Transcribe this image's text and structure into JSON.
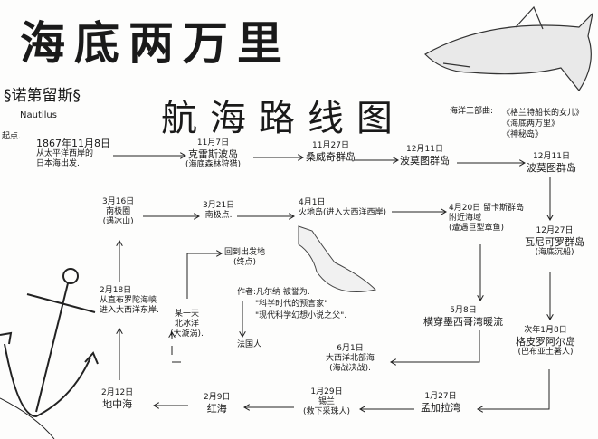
{
  "title": "海底两万里",
  "subtitle": "航海路线图",
  "ship": {
    "name_cn": "诺第留斯",
    "name_en": "Nautilus"
  },
  "start_label": "起点.",
  "trilogy": {
    "label": "海洋三部曲:",
    "books": [
      "《格兰特船长的女儿》",
      "《海底两万里》",
      "《神秘岛》"
    ]
  },
  "author": {
    "line1": "作者:凡尔纳 被誉为.",
    "line2": "\"科学时代的预言家\"",
    "line3": "\"现代科学幻想小说之父\".",
    "nationality": "法国人"
  },
  "nodes": [
    {
      "date": "1867年11月8日",
      "place": "从太平洋西岸的",
      "note": "日本海出发."
    },
    {
      "date": "11月7日",
      "place": "克雷斯波岛",
      "note": "(海底森林狩猎)"
    },
    {
      "date": "11月27日",
      "place": "桑威奇群岛",
      "note": ""
    },
    {
      "date": "12月11日",
      "place": "波莫图群岛",
      "note": ""
    },
    {
      "date": "12月11日",
      "place": "波莫图群岛",
      "note": ""
    },
    {
      "date": "12月27日",
      "place": "瓦尼可罗群岛",
      "note": "(海底沉船)"
    },
    {
      "date": "次年1月8日",
      "place": "格皮罗阿尔岛",
      "note": "(巴布亚土著人)"
    },
    {
      "date": "1月27日",
      "place": "孟加拉湾",
      "note": ""
    },
    {
      "date": "1月29日",
      "place": "锡兰",
      "note": "(救下采珠人)"
    },
    {
      "date": "2月9日",
      "place": "红海",
      "note": ""
    },
    {
      "date": "2月12日",
      "place": "地中海",
      "note": ""
    },
    {
      "date": "2月18日",
      "place": "从直布罗陀海峡",
      "note": "进入大西洋东岸."
    },
    {
      "date": "3月16日",
      "place": "南极圈",
      "note": "(遇冰山)"
    },
    {
      "date": "3月21日",
      "place": "南极点.",
      "note": ""
    },
    {
      "date": "4月1日",
      "place": "火地岛(进入大西洋西岸)",
      "note": ""
    },
    {
      "date": "4月20日 留卡斯群岛",
      "place": "附近海域",
      "note": "(遭遇巨型章鱼)"
    },
    {
      "date": "5月8日",
      "place": "横穿墨西哥湾暖流",
      "note": ""
    },
    {
      "date": "6月1日",
      "place": "大西洋北部海",
      "note": "(海战决战)."
    },
    {
      "date": "某一天",
      "place": "北冰洋",
      "note": "(大漩涡)."
    },
    {
      "date": "",
      "place": "回到出发地",
      "note": "(终点)"
    }
  ]
}
